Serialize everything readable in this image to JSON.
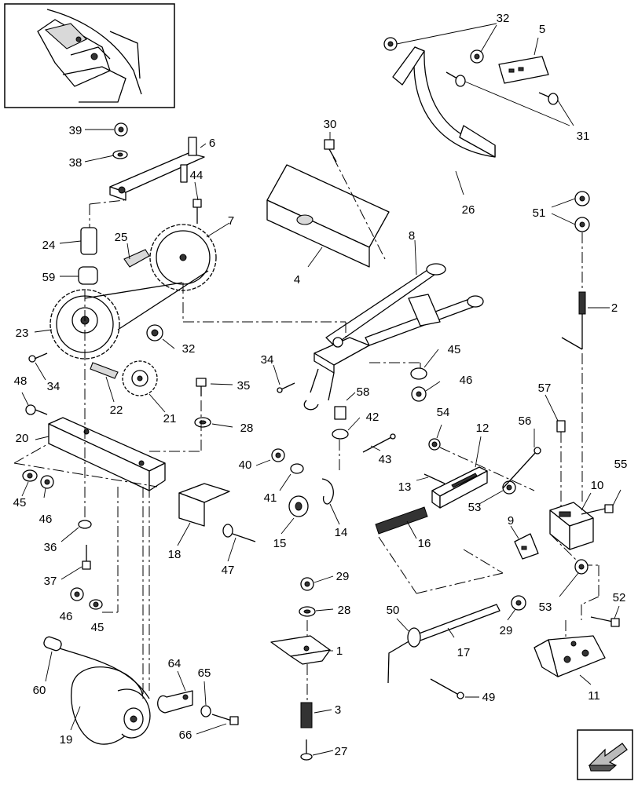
{
  "labels": {
    "l1": "1",
    "l2": "2",
    "l3": "3",
    "l4": "4",
    "l5": "5",
    "l6": "6",
    "l7": "7",
    "l8": "8",
    "l9": "9",
    "l10": "10",
    "l11": "11",
    "l12": "12",
    "l13": "13",
    "l14": "14",
    "l15": "15",
    "l16": "16",
    "l17": "17",
    "l18": "18",
    "l19": "19",
    "l20": "20",
    "l21": "21",
    "l22": "22",
    "l23": "23",
    "l24": "24",
    "l25": "25",
    "l26": "26",
    "l27": "27",
    "l28a": "28",
    "l28b": "28",
    "l29a": "29",
    "l29b": "29",
    "l30": "30",
    "l31": "31",
    "l32a": "32",
    "l32b": "32",
    "l34a": "34",
    "l34b": "34",
    "l35": "35",
    "l36": "36",
    "l37": "37",
    "l38": "38",
    "l39": "39",
    "l40": "40",
    "l41": "41",
    "l42": "42",
    "l43": "43",
    "l44": "44",
    "l45a": "45",
    "l45b": "45",
    "l45c": "45",
    "l46a": "46",
    "l46b": "46",
    "l46c": "46",
    "l47": "47",
    "l48": "48",
    "l49": "49",
    "l50": "50",
    "l51": "51",
    "l52": "52",
    "l53a": "53",
    "l53b": "53",
    "l54": "54",
    "l55": "55",
    "l56": "56",
    "l57": "57",
    "l58": "58",
    "l59": "59",
    "l60": "60",
    "l64": "64",
    "l65": "65",
    "l66": "66"
  },
  "icons": {
    "locator_thumbnail": "machine-location-thumbnail",
    "nav_arrow": "previous-page-arrow-icon"
  }
}
